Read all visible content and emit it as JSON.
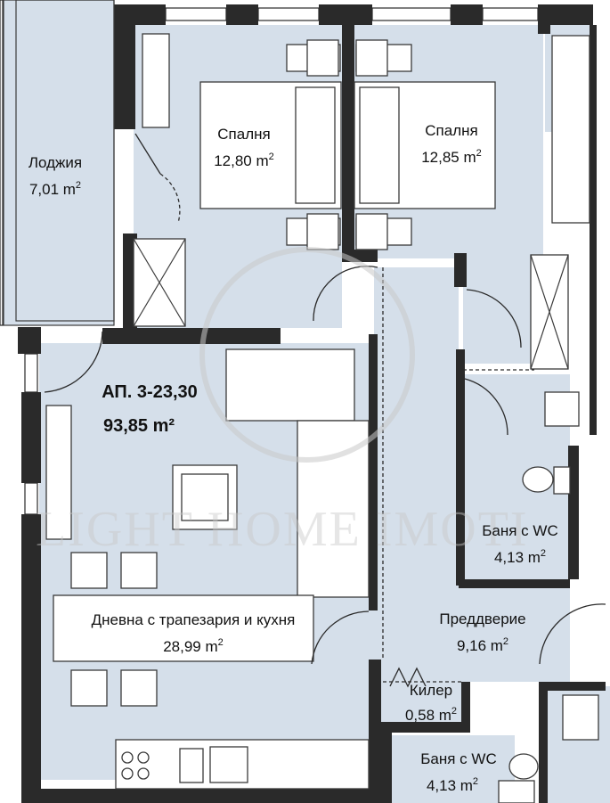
{
  "apartment": {
    "id": "АП. 3-23,30",
    "area": "93,85 m²"
  },
  "rooms": [
    {
      "name": "Лоджия",
      "area_value": "7,01 m",
      "area_sup": "2"
    },
    {
      "name": "Спалня",
      "area_value": "12,80 m",
      "area_sup": "2"
    },
    {
      "name": "Спалня",
      "area_value": "12,85 m",
      "area_sup": "2"
    },
    {
      "name": "Баня с WC",
      "area_value": "4,13 m",
      "area_sup": "2"
    },
    {
      "name": "Дневна с трапезария и кухня",
      "area_value": "28,99 m",
      "area_sup": "2"
    },
    {
      "name": "Преддверие",
      "area_value": "9,16 m",
      "area_sup": "2"
    },
    {
      "name": "Килер",
      "area_value": "0,58 m",
      "area_sup": "2"
    },
    {
      "name": "Баня с WC",
      "area_value": "4,13 m",
      "area_sup": "2"
    }
  ],
  "watermark": "LIGHT HOME IMOTI",
  "colors": {
    "floor": "#d5dfea",
    "wall": "#2a2a2a",
    "outside": "#ffffff"
  }
}
